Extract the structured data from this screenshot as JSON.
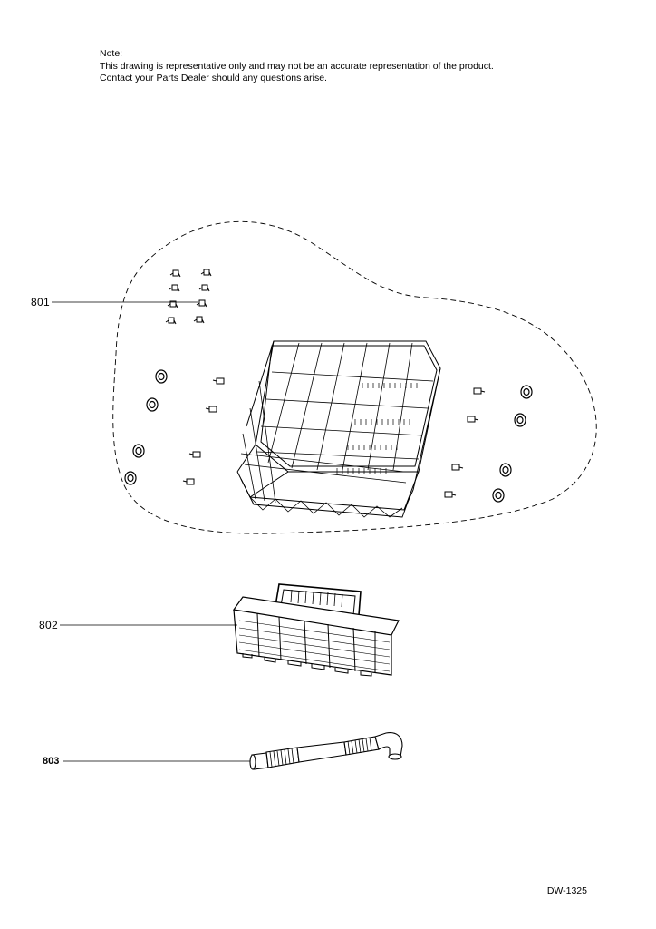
{
  "note": {
    "heading": "Note:",
    "line1": "This drawing is representative only and may not be an accurate representation of the product.",
    "line2": "Contact your Parts Dealer should any questions arise."
  },
  "parts": [
    {
      "number": "801",
      "description": ""
    },
    {
      "number": "802",
      "description": ""
    },
    {
      "number": "803",
      "description": ""
    }
  ],
  "drawing_number": "DW-1325",
  "colors": {
    "line": "#000000",
    "background": "#ffffff"
  }
}
